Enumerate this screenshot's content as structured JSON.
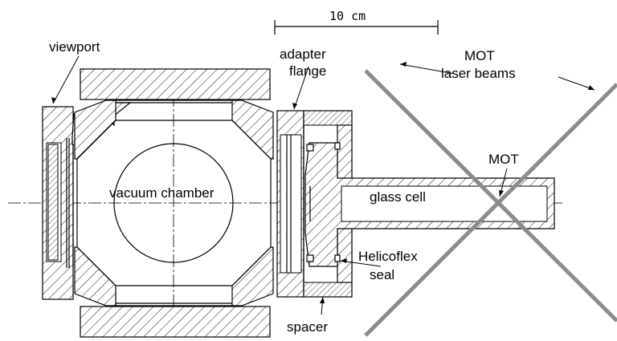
{
  "labels": {
    "viewport": "viewport",
    "adapter_flange_line1": "adapter",
    "adapter_flange_line2": "flange",
    "mot_laser_beams_line1": "MOT",
    "mot_laser_beams_line2": "laser beams",
    "mot": "MOT",
    "vacuum_chamber": "vacuum chamber",
    "glass_cell": "glass cell",
    "helicoflex_line1": "Helicoflex",
    "helicoflex_line2": "seal",
    "spacer": "spacer"
  },
  "scale_bar": {
    "label": "10 cm"
  },
  "colors": {
    "laser_beams": "#8c8c8c",
    "lines": "#000000",
    "background": "#ffffff"
  }
}
